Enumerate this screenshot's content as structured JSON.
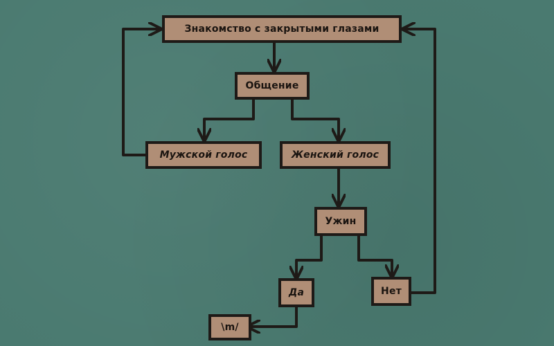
{
  "diagram": {
    "nodes": {
      "intro": "Знакомство с закрытыми глазами",
      "chat": "Общение",
      "male": "Мужской голос",
      "female": "Женский голос",
      "dinner": "Ужин",
      "yes": "Да",
      "no": "Нет",
      "result": "\\m/"
    },
    "colors": {
      "background": "#4a7a70",
      "node_fill": "#b08e76",
      "stroke": "#1e1a17"
    }
  }
}
